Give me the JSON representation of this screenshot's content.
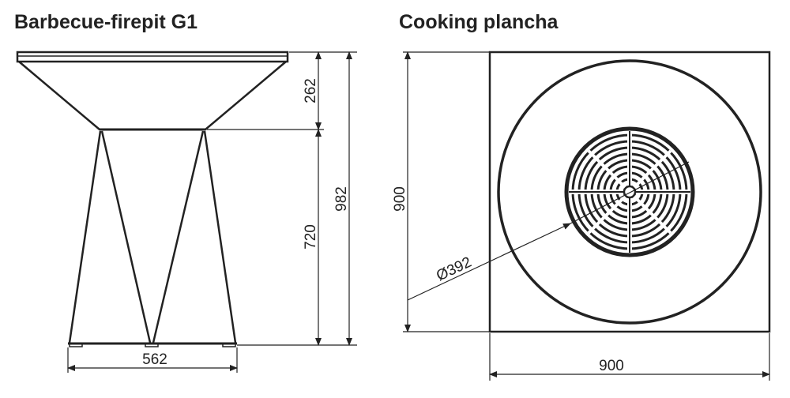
{
  "left_drawing": {
    "title": "Barbecue-firepit G1",
    "dimensions": {
      "bowl_height": "262",
      "total_height": "982",
      "base_height": "720",
      "base_width": "562"
    }
  },
  "right_drawing": {
    "title": "Cooking plancha",
    "dimensions": {
      "height": "900",
      "width": "900",
      "grate_diameter": "Ø392"
    }
  },
  "colors": {
    "line": "#222222",
    "background": "#ffffff"
  }
}
